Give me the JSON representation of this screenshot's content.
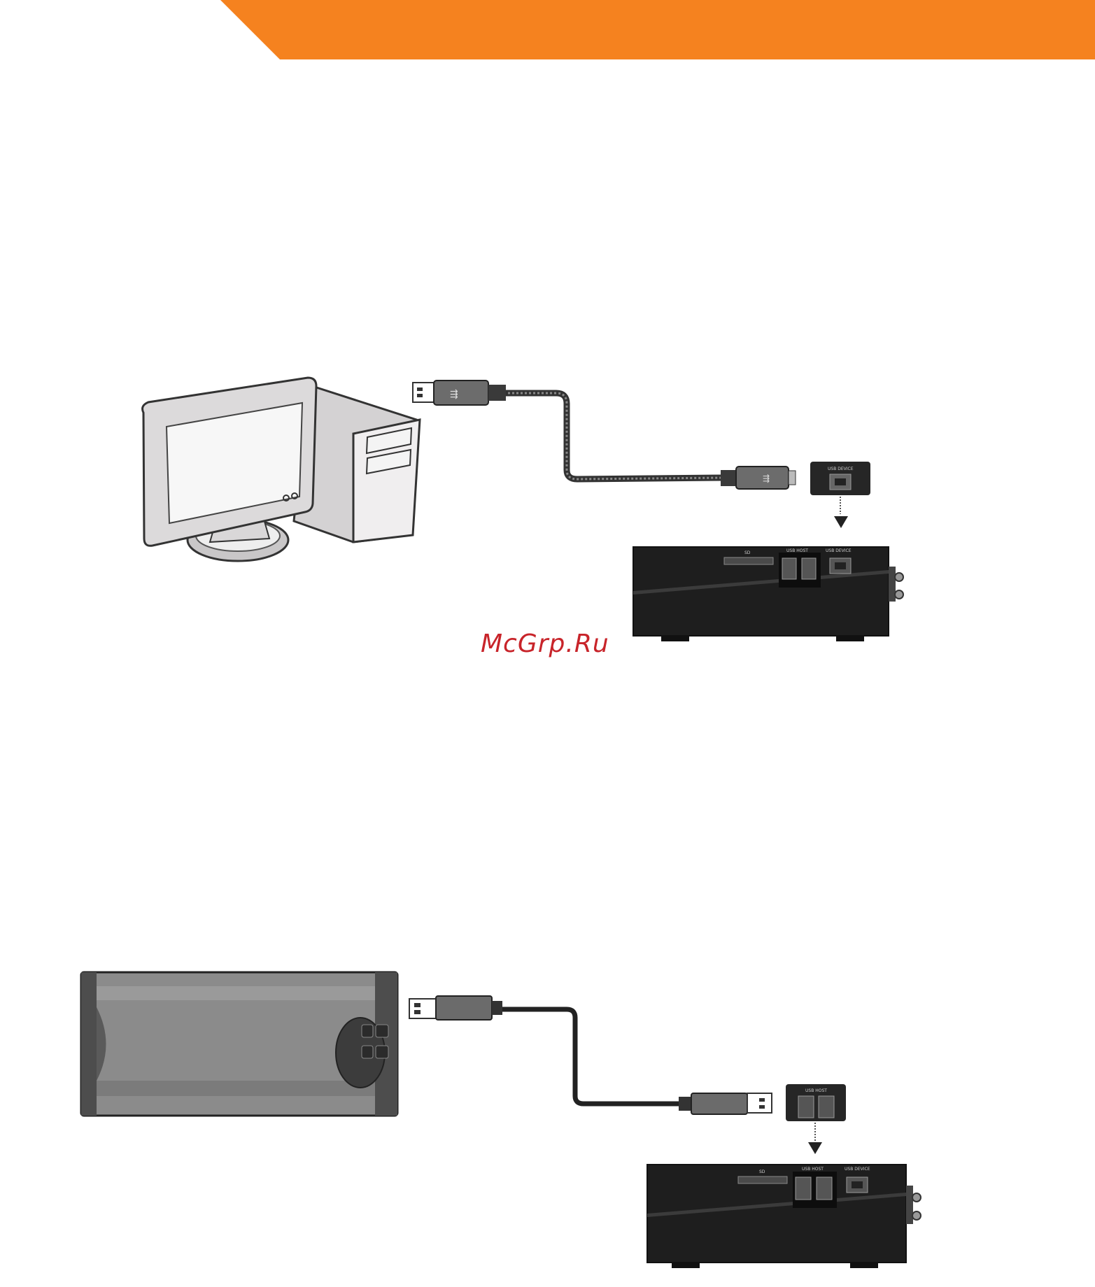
{
  "header": {
    "accent_color": "#f5821f"
  },
  "watermark": {
    "text": "McGrp.Ru",
    "color": "#c8242a"
  },
  "diagram_top": {
    "source_device": "desktop-computer",
    "cable": "usb-a-to-usb-b-cable",
    "target_port_label": "USB DEVICE",
    "target_device": "media-player",
    "player_labels": {
      "card": "SD",
      "host": "USB HOST",
      "device": "USB DEVICE"
    }
  },
  "diagram_bottom": {
    "source_device": "external-hard-drive",
    "cable": "usb-a-to-usb-a-cable",
    "target_port_label": "USB HOST",
    "target_device": "media-player",
    "player_labels": {
      "card": "SD",
      "host": "USB HOST",
      "device": "USB DEVICE"
    }
  }
}
